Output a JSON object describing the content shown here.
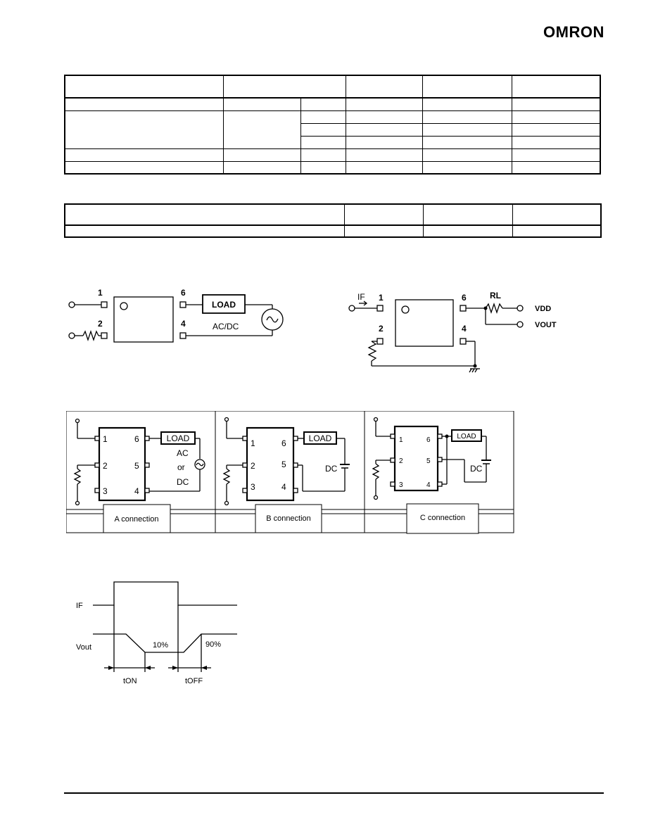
{
  "header": {
    "logo": "OMRON"
  },
  "circuit1": {
    "pin1": "1",
    "pin2": "2",
    "pin6": "6",
    "pin4": "4",
    "load": "LOAD",
    "acdc": "AC/DC"
  },
  "circuit2": {
    "if_label": "IF",
    "pin1": "1",
    "pin2": "2",
    "pin6": "6",
    "pin4": "4",
    "rl": "RL",
    "vdd": "VDD",
    "vout": "VOUT"
  },
  "connections": {
    "a": {
      "pins": [
        "1",
        "2",
        "3",
        "4",
        "5",
        "6"
      ],
      "load": "LOAD",
      "ac": "AC",
      "or": "or",
      "dc": "DC",
      "caption": "A connection"
    },
    "b": {
      "pins": [
        "1",
        "2",
        "3",
        "4",
        "5",
        "6"
      ],
      "load": "LOAD",
      "dc": "DC",
      "caption": "B connection"
    },
    "c": {
      "pins": [
        "1",
        "2",
        "3",
        "4",
        "5",
        "6"
      ],
      "load": "LOAD",
      "dc": "DC",
      "caption": "C connection"
    }
  },
  "timing": {
    "if_label": "IF",
    "vout_label": "Vout",
    "pct10": "10%",
    "pct90": "90%",
    "ton": "tON",
    "toff": "tOFF"
  }
}
